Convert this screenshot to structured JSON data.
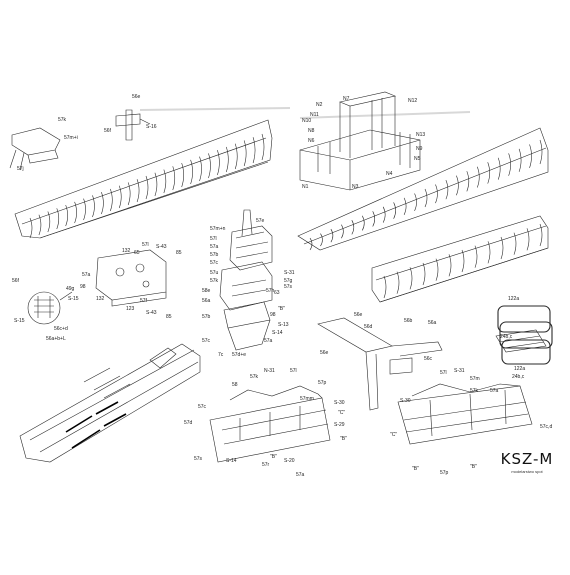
{
  "parts": {
    "p56e_top": "56e",
    "p57k": "57k",
    "p57m": "57m+i",
    "p56f": "56f",
    "p57j": "57j",
    "pS16": "S-16",
    "pN7": "N7",
    "pN12": "N12",
    "pN2": "N2",
    "pN10": "N10",
    "pN11": "N11",
    "pN8": "N8",
    "pN6": "N6",
    "pN13": "N13",
    "pN9": "N9",
    "pN5": "N5",
    "pN1": "N1",
    "pN3": "N3",
    "pN4": "N4",
    "p57e": "57e",
    "p57mn": "57m+n",
    "p57ll": "57l",
    "p57a1": "57a",
    "p57b1": "57b",
    "p57c1": "57c",
    "p57u": "57u",
    "p57ka": "57k",
    "pS31": "S-31",
    "p57g": "57g",
    "p57s": "57s",
    "p57ha": "57h",
    "p58e": "58e",
    "p56a": "56a",
    "p57bb": "57b",
    "p63": "63",
    "pB": "\"B\"",
    "p98": "98",
    "pS13": "S-13",
    "pS14a": "S-14",
    "p57cc": "57c",
    "p7c": "7c",
    "p57dme": "57d+e",
    "p57aa": "57a",
    "p132a": "132",
    "p132b": "132",
    "p65": "65",
    "p57lf": "57l",
    "pS43a": "S-43",
    "p57aL": "57a",
    "p85": "85",
    "p98L": "98",
    "p49g": "49g",
    "pS15": "S-15",
    "p57ff": "57f",
    "p123": "123",
    "pS43b": "S-43",
    "p85b": "85",
    "p56c": "56c+d",
    "pMarkL": "56a+b+L",
    "pS15b": "S-15",
    "p56f2": "56f",
    "p56e2": "56e",
    "p56d": "56d",
    "p56b": "56b",
    "p56a2": "56a",
    "p56c2": "56c",
    "p56e3": "56e",
    "p122a": "122a",
    "p24bc": "24b,c",
    "p122a2": "122a",
    "p24bc2": "24b,c",
    "pN31": "N-31",
    "p57k2": "57k",
    "p57l2": "57l",
    "p57p": "57p",
    "p58": "58",
    "p57c2": "57c",
    "p57d2": "57d",
    "pS30": "S-30",
    "pC1": "\"C\"",
    "pS29": "S-29",
    "pB2": "\"B\"",
    "p57mm": "57mm",
    "p57r": "57r",
    "pS14b": "S-14",
    "pB3": "\"B\"",
    "pS20": "S-20",
    "p57s2": "57s",
    "p57a2": "57a",
    "p57i3": "57l",
    "pS31b": "S-31",
    "p57m3": "57m",
    "p57k3": "57k",
    "p57a3": "57a",
    "pS30b": "S-30",
    "pC2": "\"C\"",
    "pB4": "\"B\"",
    "p57p3": "57p",
    "pB5": "\"B\"",
    "p57cd": "57c,d"
  },
  "brand": {
    "name": "KSZ-M",
    "subtitle": "modelarstwo spot"
  },
  "colors": {
    "line": "#2a2a2a",
    "paper": "#ffffff",
    "hatch": "#555555"
  }
}
